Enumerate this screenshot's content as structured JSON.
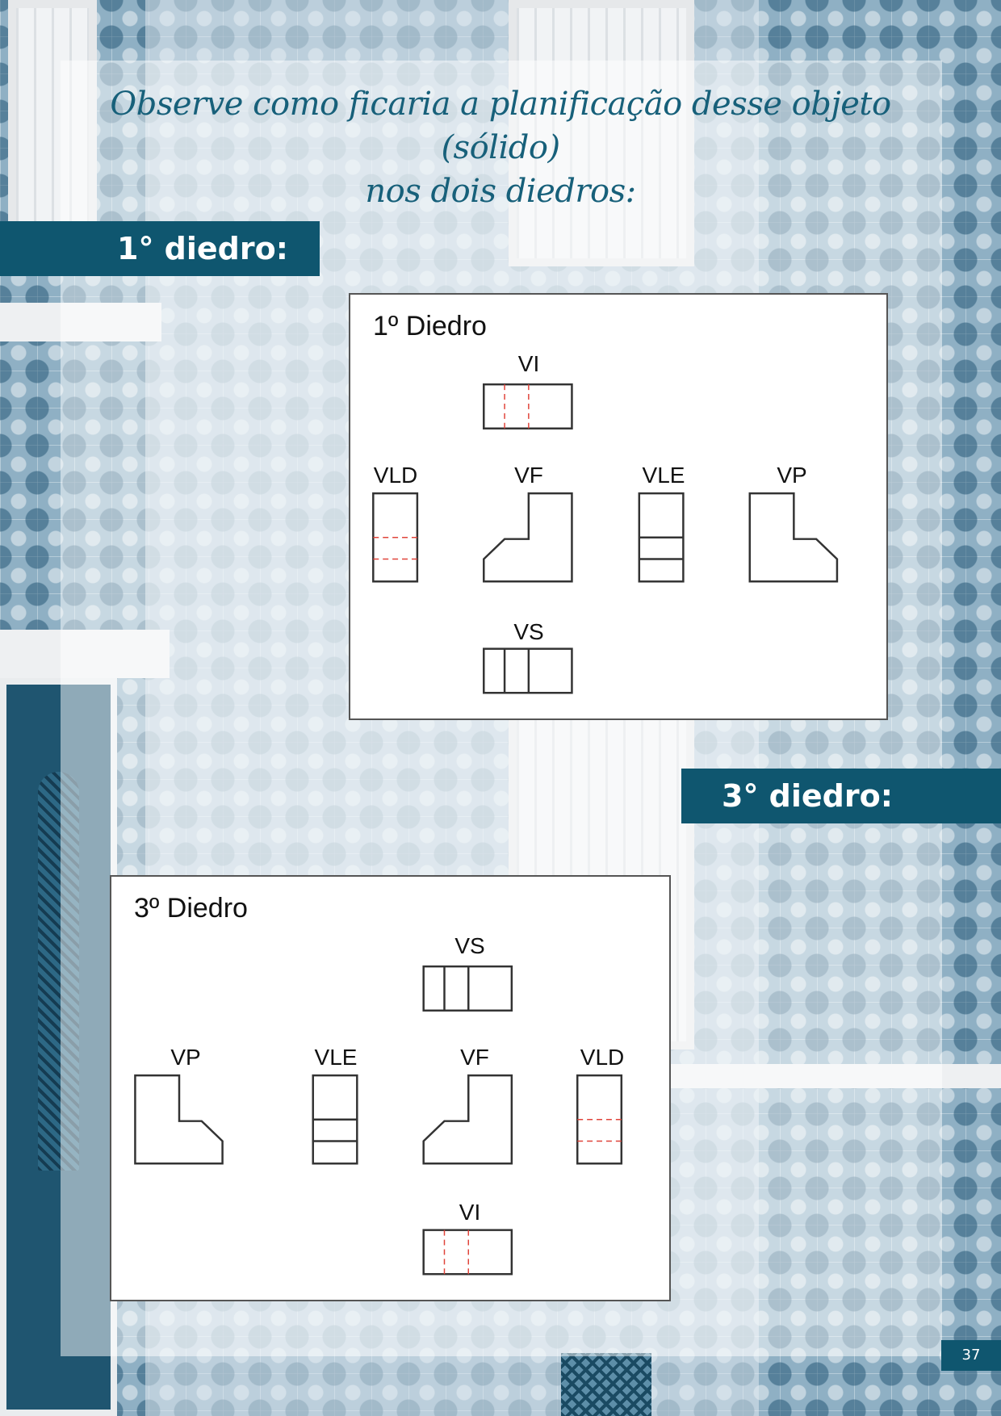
{
  "heading": {
    "line1": "Observe como ficaria a planificação desse objeto (sólido)",
    "line2": "nos dois diedros:"
  },
  "section1": {
    "label": "1° diedro:"
  },
  "section3": {
    "label": "3° diedro:"
  },
  "diagram1": {
    "title": "1º Diedro",
    "views": {
      "top": "VI",
      "left": "VLD",
      "front": "VF",
      "right": "VLE",
      "far": "VP",
      "bottom": "VS"
    }
  },
  "diagram3": {
    "title": "3º Diedro",
    "views": {
      "top": "VS",
      "far": "VP",
      "left": "VLE",
      "front": "VF",
      "right": "VLD",
      "bottom": "VI"
    }
  },
  "page": {
    "number": "37"
  },
  "colors": {
    "accent": "#0f566f",
    "heading": "#17607a",
    "hidden_line": "#e0443a"
  }
}
